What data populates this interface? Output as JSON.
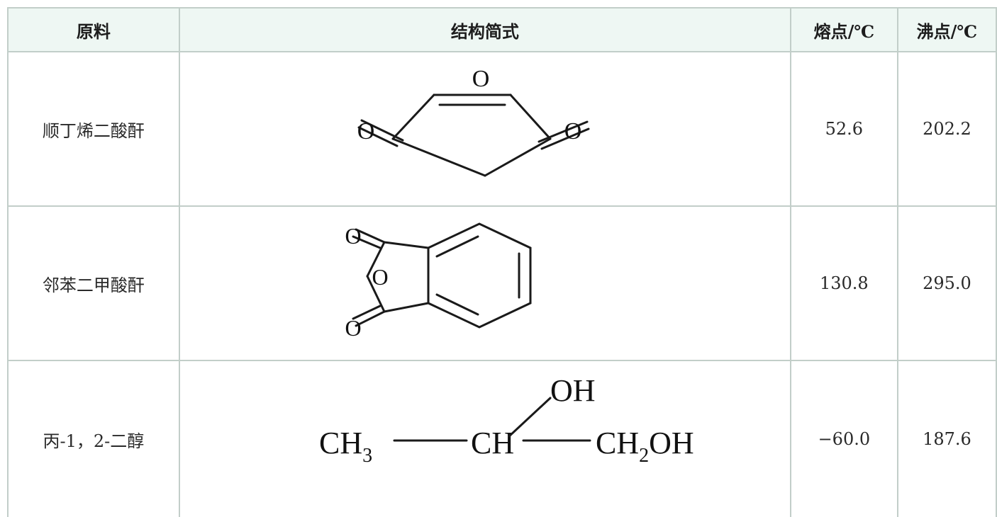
{
  "headers": {
    "material": "原料",
    "structure": "结构简式",
    "melting_point": "熔点/℃",
    "boiling_point": "沸点/℃"
  },
  "rows": [
    {
      "name": "顺丁烯二酸酐",
      "melting_point": "52.6",
      "boiling_point": "202.2",
      "structure_atoms": {
        "o_top": "O",
        "o_left": "O",
        "o_right": "O"
      }
    },
    {
      "name": "邻苯二甲酸酐",
      "melting_point": "130.8",
      "boiling_point": "295.0",
      "structure_atoms": {
        "o_top": "O",
        "o_ring": "O",
        "o_bottom": "O"
      }
    },
    {
      "name": "丙-1，2-二醇",
      "melting_point": "−60.0",
      "boiling_point": "187.6",
      "structure_atoms": {
        "ch3": "CH",
        "ch3_sub": "3",
        "ch": "CH",
        "ch2": "CH",
        "ch2_sub": "2",
        "oh_end": "OH",
        "oh_top": "OH"
      }
    }
  ]
}
